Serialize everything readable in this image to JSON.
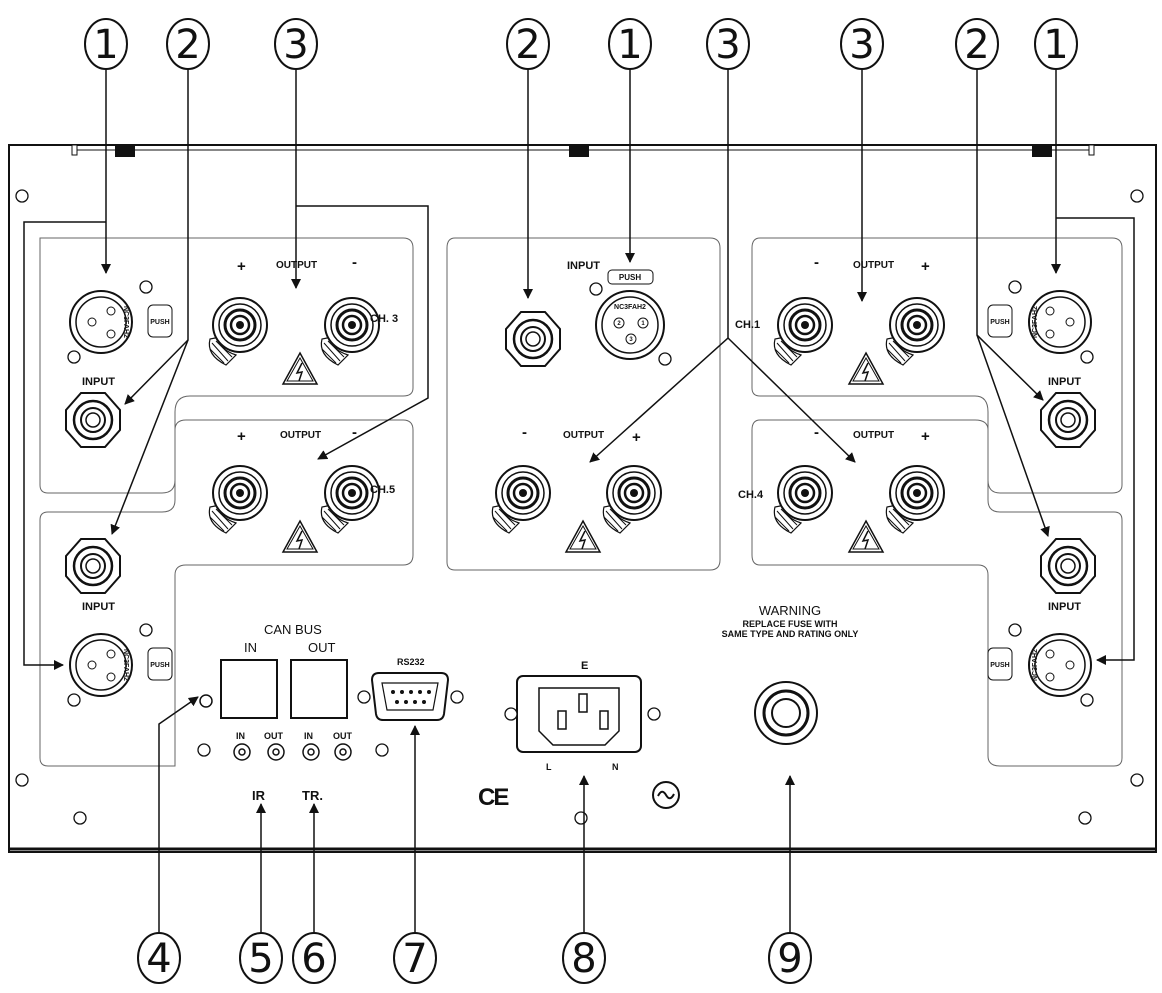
{
  "callouts": {
    "c1": "1",
    "c2": "2",
    "c3": "3",
    "c4": "4",
    "c5": "5",
    "c6": "6",
    "c7": "7",
    "c8": "8",
    "c9": "9"
  },
  "labels": {
    "output": "OUTPUT",
    "input": "INPUT",
    "push": "PUSH",
    "xlr_model": "NC3FAH2",
    "plus": "+",
    "minus": "-",
    "ch1": "CH.1",
    "ch3": "CH. 3",
    "ch4": "CH.4",
    "ch5": "CH.5",
    "can_bus": "CAN  BUS",
    "in": "IN",
    "out": "OUT",
    "rs232": "RS232",
    "ir": "IR",
    "tr": "TR.",
    "iec_e": "E",
    "iec_l": "L",
    "iec_n": "N",
    "ce": "CE",
    "ac_symbol": "~",
    "warning_title": "WARNING",
    "warning_line1": "REPLACE FUSE WITH",
    "warning_line2": "SAME TYPE AND RATING ONLY",
    "pin1": "1",
    "pin2": "2",
    "pin3": "3"
  },
  "colors": {
    "line": "#111111",
    "panel_line": "#666666",
    "background": "#ffffff"
  }
}
